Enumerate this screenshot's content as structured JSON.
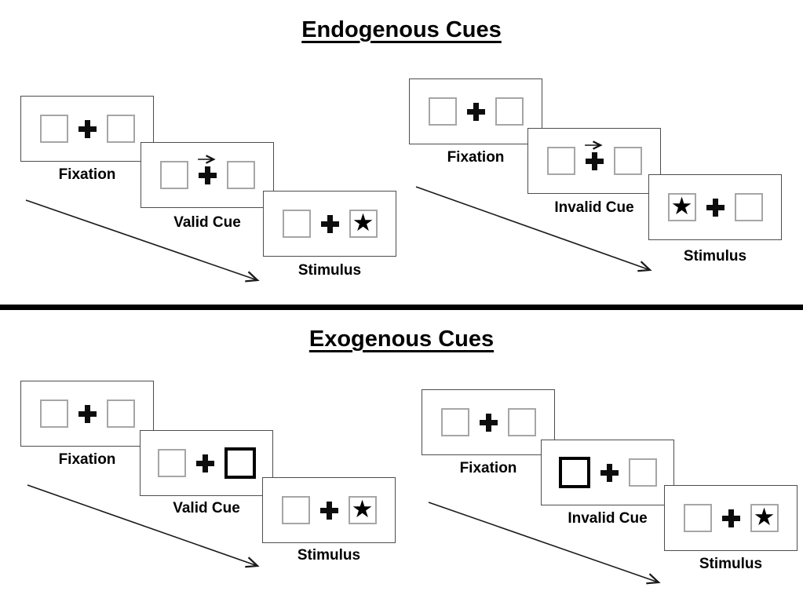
{
  "figure": {
    "background": "#ffffff",
    "divider_color": "#000000",
    "panel_border_color": "#4d4d4d",
    "square_border_color": "#a6a6a6",
    "cue_highlight_border_color": "#000000",
    "text_color": "#000000"
  },
  "icons": {
    "plus_icon": "✚ heavy fixation cross (css shape)",
    "star_icon": "★",
    "cue_arrow_icon": "→",
    "timeline_arrow_icon": "↘"
  },
  "sections": [
    {
      "id": "endogenous",
      "title": "Endogenous Cues",
      "groups": [
        {
          "id": "endogenous-valid",
          "cue_type": "central arrow pointing right",
          "stimulus_side": "right",
          "panels": [
            {
              "label": "Fixation"
            },
            {
              "label": "Valid Cue"
            },
            {
              "label": "Stimulus"
            }
          ]
        },
        {
          "id": "endogenous-invalid",
          "cue_type": "central arrow pointing right",
          "stimulus_side": "left",
          "panels": [
            {
              "label": "Fixation"
            },
            {
              "label": "Invalid Cue"
            },
            {
              "label": "Stimulus"
            }
          ]
        }
      ]
    },
    {
      "id": "exogenous",
      "title": "Exogenous Cues",
      "groups": [
        {
          "id": "exogenous-valid",
          "cue_type": "right box highlighted (thick border)",
          "stimulus_side": "right",
          "panels": [
            {
              "label": "Fixation"
            },
            {
              "label": "Valid Cue"
            },
            {
              "label": "Stimulus"
            }
          ]
        },
        {
          "id": "exogenous-invalid",
          "cue_type": "left box highlighted (thick border)",
          "stimulus_side": "right",
          "panels": [
            {
              "label": "Fixation"
            },
            {
              "label": "Invalid Cue"
            },
            {
              "label": "Stimulus"
            }
          ]
        }
      ]
    }
  ]
}
